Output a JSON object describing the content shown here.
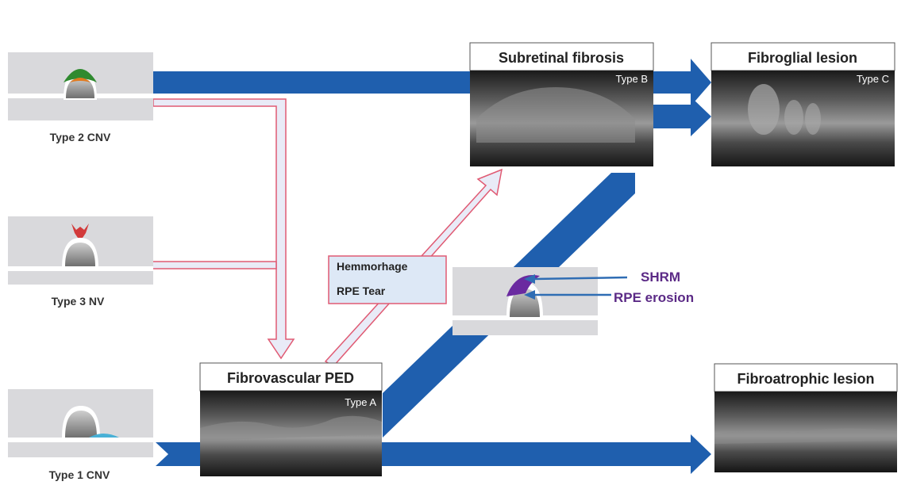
{
  "colors": {
    "blue_arrow": "#1f5fae",
    "pink_arrow_stroke": "#e05a73",
    "pink_arrow_fill": "#e9ebf7",
    "purple_text": "#5b2a86",
    "green_lesion": "#2f8a2f",
    "orange_lesion": "#e07a1f",
    "red_lesion": "#d23a3a",
    "cyan_lesion": "#48b0d6",
    "schematic_bg": "#d9d9dc"
  },
  "stages": {
    "type2": {
      "caption": "Type 2 CNV"
    },
    "type3": {
      "caption": "Type 3 NV"
    },
    "type1": {
      "caption": "Type 1 CNV"
    }
  },
  "panels": {
    "fibrovascular": {
      "title": "Fibrovascular PED",
      "tag": "Type A"
    },
    "subretinal": {
      "title": "Subretinal fibrosis",
      "tag": "Type B"
    },
    "fibroglial": {
      "title": "Fibroglial lesion",
      "tag": "Type C"
    },
    "fibroatrophic": {
      "title": "Fibroatrophic lesion",
      "tag": ""
    }
  },
  "callout": {
    "line1": "Hemmorhage",
    "line2": "RPE Tear"
  },
  "annotations": {
    "shrm": "SHRM",
    "rpe_erosion": "RPE erosion"
  },
  "icons": [
    "retina-schematic-icon",
    "oct-scan-image"
  ]
}
